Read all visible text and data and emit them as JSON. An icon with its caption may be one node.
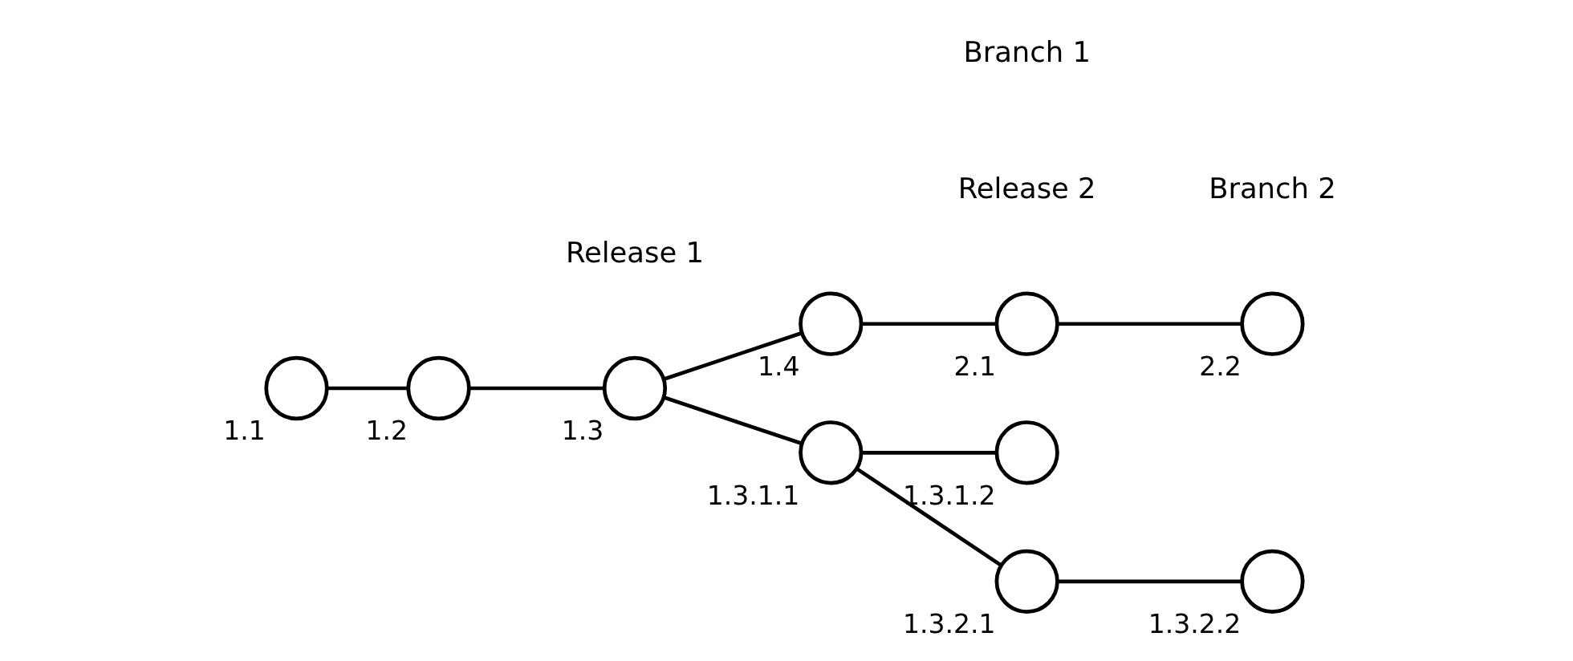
{
  "diagram": {
    "nodes": [
      {
        "text": [],
        "shape": "circle",
        "beside": [
          "1.1"
        ]
      },
      {
        "text": [],
        "shape": "circle",
        "beside": [
          "1.2"
        ]
      },
      {
        "text": [],
        "shape": "circle",
        "beside": [
          "1.3"
        ]
      },
      {
        "text": [],
        "shape": "circle",
        "beside": [
          "1.4"
        ]
      },
      {
        "text": [],
        "shape": "circle",
        "beside": [
          "2.1"
        ]
      },
      {
        "text": [],
        "shape": "circle",
        "beside": [
          "2.2"
        ]
      },
      {
        "text": [],
        "shape": "circle",
        "beside": [
          "1.3.1.1"
        ]
      },
      {
        "text": [],
        "shape": "circle",
        "beside": [
          "1.3.1.2"
        ]
      },
      {
        "text": [],
        "shape": "circle",
        "beside": [
          "1.3.2.1"
        ]
      },
      {
        "text": [],
        "shape": "circle",
        "beside": [
          "1.3.2.2"
        ]
      }
    ],
    "edges": [
      {
        "from": 0,
        "to": 1,
        "arrow": "none"
      },
      {
        "from": 1,
        "to": 2,
        "arrow": "none"
      },
      {
        "from": 2,
        "to": 3,
        "arrow": "none"
      },
      {
        "from": 3,
        "to": 4,
        "arrow": "none"
      },
      {
        "from": 4,
        "to": 5,
        "arrow": "none"
      },
      {
        "from": 2,
        "to": 6,
        "arrow": "none"
      },
      {
        "from": 6,
        "to": 7,
        "arrow": "none"
      },
      {
        "from": 6,
        "to": 8,
        "arrow": "none"
      },
      {
        "from": 8,
        "to": 9,
        "arrow": "none"
      }
    ],
    "labels": [
      "Release 2",
      "Release 1",
      "Branch 1",
      "Branch 2"
    ]
  }
}
